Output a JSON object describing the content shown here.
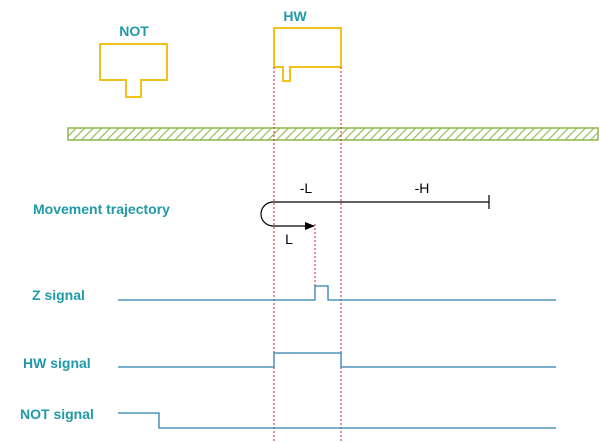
{
  "switches": {
    "not_label": "NOT",
    "hw_label": "HW"
  },
  "trajectory": {
    "row_label": "Movement trajectory",
    "segment_neg_L": "-L",
    "segment_neg_H": "-H",
    "segment_L": "L"
  },
  "signals": {
    "z_label": "Z signal",
    "hw_label": "HW signal",
    "not_label": "NOT signal"
  },
  "colors": {
    "label_teal": "#1f9aa6",
    "switch_yellow": "#f2c21b",
    "rail_green": "#8cb94a",
    "signal_blue": "#2e7fb0",
    "guide_red": "#d0232a",
    "arrow_black": "#000000"
  }
}
